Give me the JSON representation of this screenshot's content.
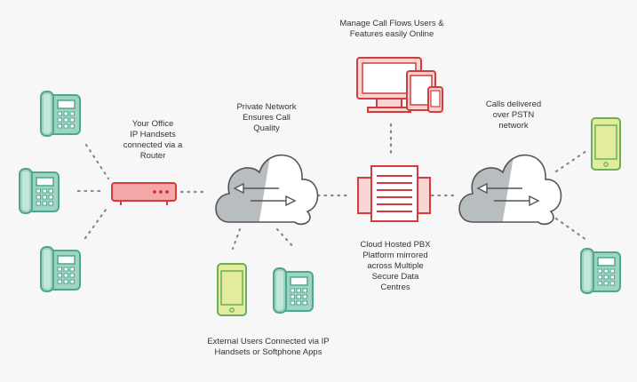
{
  "labels": {
    "office": "Your Office\nIP Handsets\nconnected via a\nRouter",
    "private_network": "Private Network\nEnsures Call\nQuality",
    "manage": "Manage Call Flows Users &\nFeatures easily Online",
    "pstn": "Calls delivered\nover PSTN\nnetwork",
    "pbx": "Cloud Hosted PBX\nPlatform mirrored\nacross Multiple\nSecure Data\nCentres",
    "external": "External Users Connected via IP\nHandsets or Softphone Apps"
  },
  "colors": {
    "background": "#f7f7f7",
    "teal_fill": "#9fd3c4",
    "teal_stroke": "#4ea88e",
    "red_fill": "#f8d4d4",
    "red_stroke": "#d23c3c",
    "router_fill": "#f6a8a8",
    "cloud_fill": "#ffffff",
    "cloud_shade": "#b8bdc0",
    "cloud_stroke": "#555555",
    "mobile_fill": "#e3ec9c",
    "mobile_stroke": "#6cae5e",
    "dots": "#888888",
    "text": "#333333"
  },
  "icons": {
    "desk_phone": "desk-phone-icon",
    "router": "router-icon",
    "cloud": "cloud-icon",
    "server": "server-icon",
    "devices": "devices-icon",
    "mobile": "mobile-phone-icon"
  }
}
